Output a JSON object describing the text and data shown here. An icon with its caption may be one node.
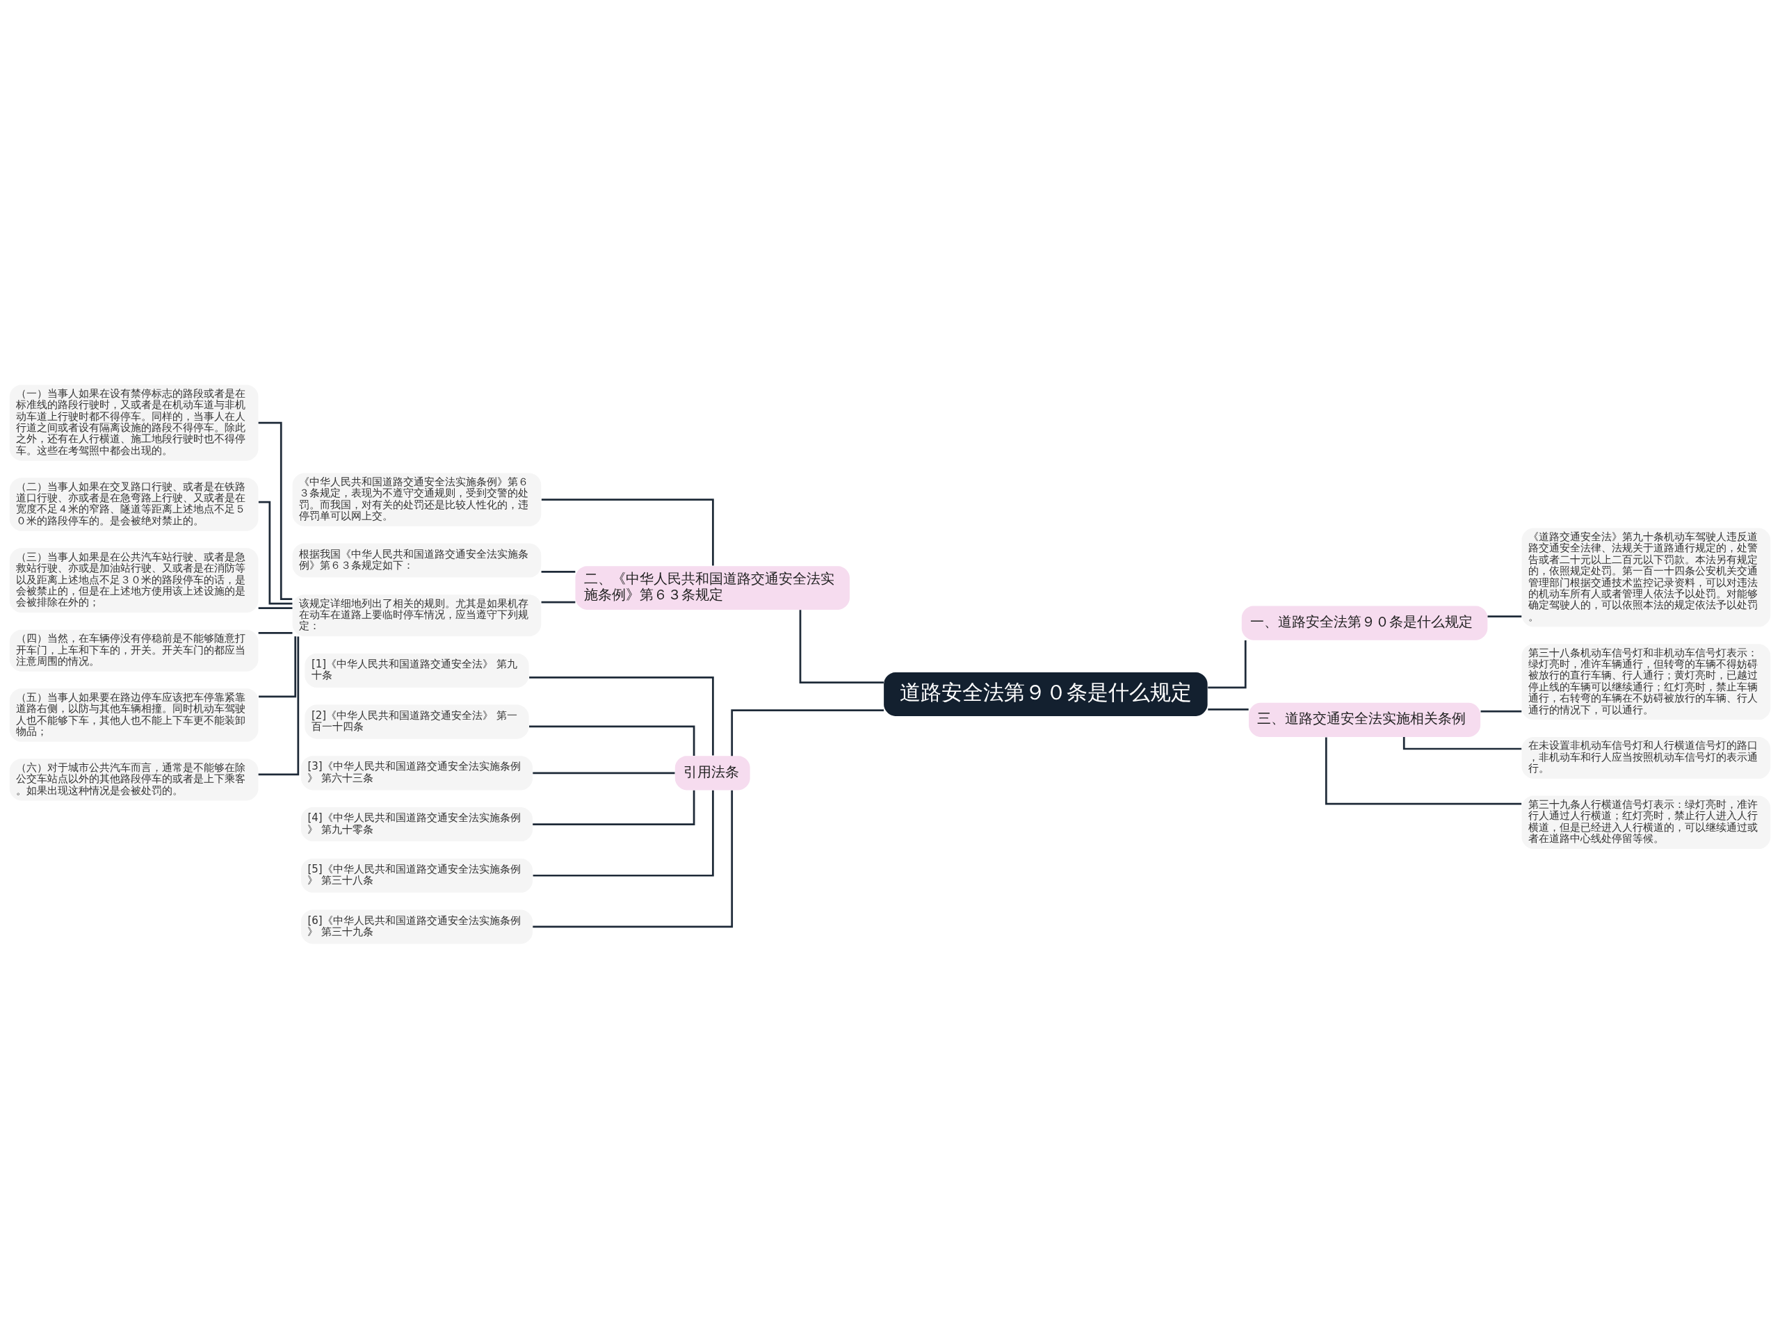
{
  "diagram": {
    "nodes": [
      {
        "text": [
          "道路安全法第９０条是什么规定"
        ]
      },
      {
        "text": [
          "一、道路安全法第９０条是什么规定"
        ]
      },
      {
        "text": [
          "《道路交通安全法》第九十条机动车驾驶人违反道路交通安全法律、法规关于道路通行规定的，处警告或者二十元以上二百元以下罚款。本法另有规定的，依照规定处罚。第一百一十四条公安机关交通管理部门根据交通技术监控记录资料，可以对违法的机动车所有人或者管理人依法予以处罚。对能够确定驾驶人的，可以依照本法的规定依法予以处罚。"
        ]
      },
      {
        "text": [
          "三、道路交通安全法实施相关条例"
        ]
      },
      {
        "text": [
          "第三十八条机动车信号灯和非机动车信号灯表示：绿灯亮时，准许车辆通行，但转弯的车辆不得妨碍被放行的直行车辆、行人通行；黄灯亮时，已越过停止线的车辆可以继续通行；红灯亮时，禁止车辆通行，右转弯的车辆在不妨碍被放行的车辆、行人通行的情况下，可以通行。"
        ]
      },
      {
        "text": [
          "在未设置非机动车信号灯和人行横道信号灯的路口，非机动车和行人应当按照机动车信号灯的表示通行。"
        ]
      },
      {
        "text": [
          "第三十九条人行横道信号灯表示：绿灯亮时，准许行人通过人行横道；红灯亮时，禁止行人进入人行横道，但是已经进入人行横道的，可以继续通过或者在道路中心线处停留等候。"
        ]
      },
      {
        "text": [
          "二、《中华人民共和国道路交通安全法实施条例》第６３条规定"
        ]
      },
      {
        "text": [
          "《中华人民共和国道路交通安全法实施条例》第６３条规定，表现为不遵守交通规则，受到交警的处罚。而我国，对有关的处罚还是比较人性化的，违停罚单可以网上交。"
        ]
      },
      {
        "text": [
          "根据我国《中华人民共和国道路交通安全法实施条例》第６３条规定如下："
        ]
      },
      {
        "text": [
          "该规定详细地列出了相关的规则。尤其是如果机存在动车在道路上要临时停车情况，应当遵守下列规定："
        ]
      },
      {
        "text": [
          "（一）当事人如果在设有禁停标志的路段或者是在标准线的路段行驶时，又或者是在机动车道与非机动车道上行驶时都不得停车。同样的，当事人在人行道之间或者设有隔离设施的路段不得停车。除此之外，还有在人行横道、施工地段行驶时也不得停车。这些在考驾照中都会出现的。"
        ]
      },
      {
        "text": [
          "（二）当事人如果在交叉路口行驶、或者是在铁路道口行驶、亦或者是在急弯路上行驶、又或者是在宽度不足４米的窄路、隧道等距离上述地点不足５０米的路段停车的。是会被绝对禁止的。"
        ]
      },
      {
        "text": [
          "（三）当事人如果是在公共汽车站行驶、或者是急救站行驶、亦或是加油站行驶、又或者是在消防等以及距离上述地点不足３０米的路段停车的话，是会被禁止的，但是在上述地方使用该上述设施的是会被排除在外的；"
        ]
      },
      {
        "text": [
          "（四）当然，在车辆停没有停稳前是不能够随意打开车门，上车和下车的，开关。开关车门的都应当注意周围的情况。"
        ]
      },
      {
        "text": [
          "（五）当事人如果要在路边停车应该把车停靠紧靠道路右侧，以防与其他车辆相撞。同时机动车驾驶人也不能够下车，其他人也不能上下车更不能装卸物品；"
        ]
      },
      {
        "text": [
          "（六）对于城市公共汽车而言，通常是不能够在除公交车站点以外的其他路段停车的或者是上下乘客。如果出现这种情况是会被处罚的。"
        ]
      },
      {
        "text": [
          "引用法条"
        ]
      },
      {
        "text": [
          "[1]《中华人民共和国道路交通安全法》 第九十条"
        ]
      },
      {
        "text": [
          "[2]《中华人民共和国道路交通安全法》 第一百一十四条"
        ]
      },
      {
        "text": [
          "[3]《中华人民共和国道路交通安全法实施条例》 第六十三条"
        ]
      },
      {
        "text": [
          "[4]《中华人民共和国道路交通安全法实施条例》 第九十零条"
        ]
      },
      {
        "text": [
          "[5]《中华人民共和国道路交通安全法实施条例》 第三十八条"
        ]
      },
      {
        "text": [
          "[6]《中华人民共和国道路交通安全法实施条例》 第三十九条"
        ]
      }
    ],
    "edges": [
      {
        "from": 0,
        "to": 1,
        "arrow": "none"
      },
      {
        "from": 1,
        "to": 2,
        "arrow": "none"
      },
      {
        "from": 0,
        "to": 3,
        "arrow": "none"
      },
      {
        "from": 3,
        "to": 4,
        "arrow": "none"
      },
      {
        "from": 3,
        "to": 5,
        "arrow": "none"
      },
      {
        "from": 3,
        "to": 6,
        "arrow": "none"
      },
      {
        "from": 0,
        "to": 7,
        "arrow": "none"
      },
      {
        "from": 7,
        "to": 8,
        "arrow": "none"
      },
      {
        "from": 7,
        "to": 9,
        "arrow": "none"
      },
      {
        "from": 7,
        "to": 10,
        "arrow": "none"
      },
      {
        "from": 10,
        "to": 11,
        "arrow": "none"
      },
      {
        "from": 10,
        "to": 12,
        "arrow": "none"
      },
      {
        "from": 10,
        "to": 13,
        "arrow": "none"
      },
      {
        "from": 10,
        "to": 14,
        "arrow": "none"
      },
      {
        "from": 10,
        "to": 15,
        "arrow": "none"
      },
      {
        "from": 10,
        "to": 16,
        "arrow": "none"
      },
      {
        "from": 0,
        "to": 17,
        "arrow": "none"
      },
      {
        "from": 17,
        "to": 18,
        "arrow": "none"
      },
      {
        "from": 17,
        "to": 19,
        "arrow": "none"
      },
      {
        "from": 17,
        "to": 20,
        "arrow": "none"
      },
      {
        "from": 17,
        "to": 21,
        "arrow": "none"
      },
      {
        "from": 17,
        "to": 22,
        "arrow": "none"
      },
      {
        "from": 17,
        "to": 23,
        "arrow": "none"
      }
    ]
  }
}
